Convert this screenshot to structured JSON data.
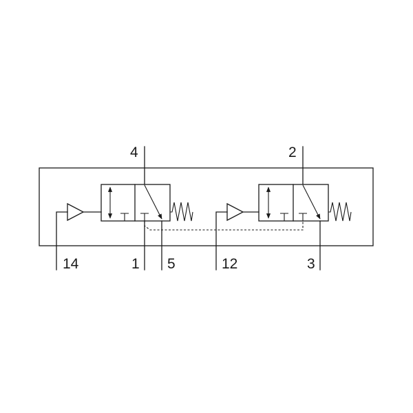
{
  "diagram": {
    "ports": {
      "p4": "4",
      "p2": "2",
      "p14": "14",
      "p1": "1",
      "p5": "5",
      "p12": "12",
      "p3": "3"
    }
  }
}
